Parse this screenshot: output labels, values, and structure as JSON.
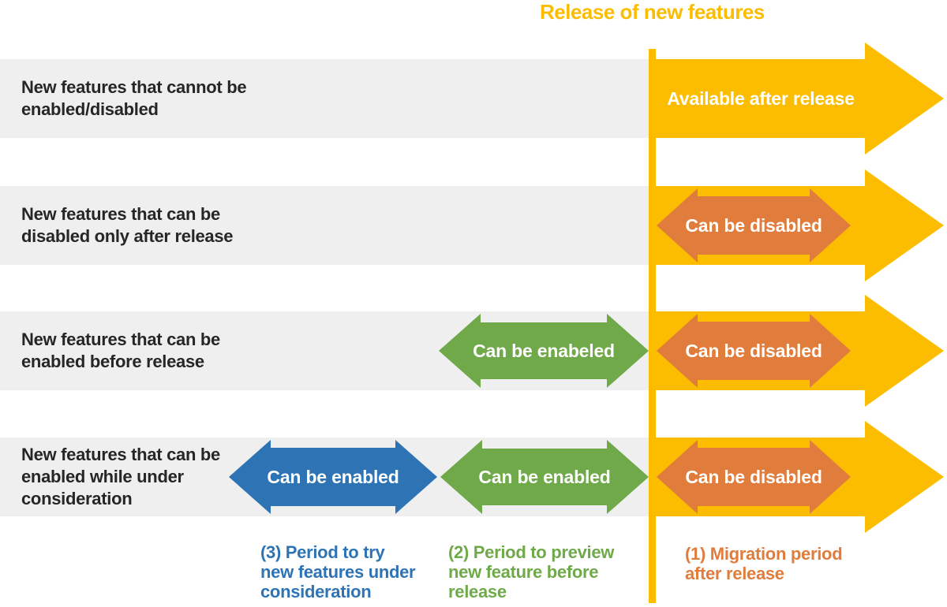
{
  "title": "Release of new features",
  "colors": {
    "yellow": "#FCBD00",
    "orange": "#E07C3C",
    "green": "#6FA94A",
    "blue": "#2E74B5",
    "row_bg": "#F0EFEF",
    "text_dark": "#262626"
  },
  "rows": [
    {
      "label": "New features that cannot be\nenabled/disabled",
      "release_arrow_label": "Available after release"
    },
    {
      "label": "New features that can be\ndisabled only after release",
      "migration_arrow_label": "Can be disabled"
    },
    {
      "label": "New features that can be\nenabled before release",
      "preview_arrow_label": "Can be enabeled",
      "migration_arrow_label": "Can be disabled"
    },
    {
      "label": "New features that can be\n enabled while under\nconsideration",
      "try_arrow_label": "Can be enabled",
      "preview_arrow_label": "Can be enabled",
      "migration_arrow_label": "Can be disabled"
    }
  ],
  "legend": {
    "try_period": "(3) Period to try\n new features under\n consideration",
    "preview_period": "(2) Period to preview\nnew feature before\nrelease",
    "migration_period": "(1) Migration period\nafter release"
  }
}
